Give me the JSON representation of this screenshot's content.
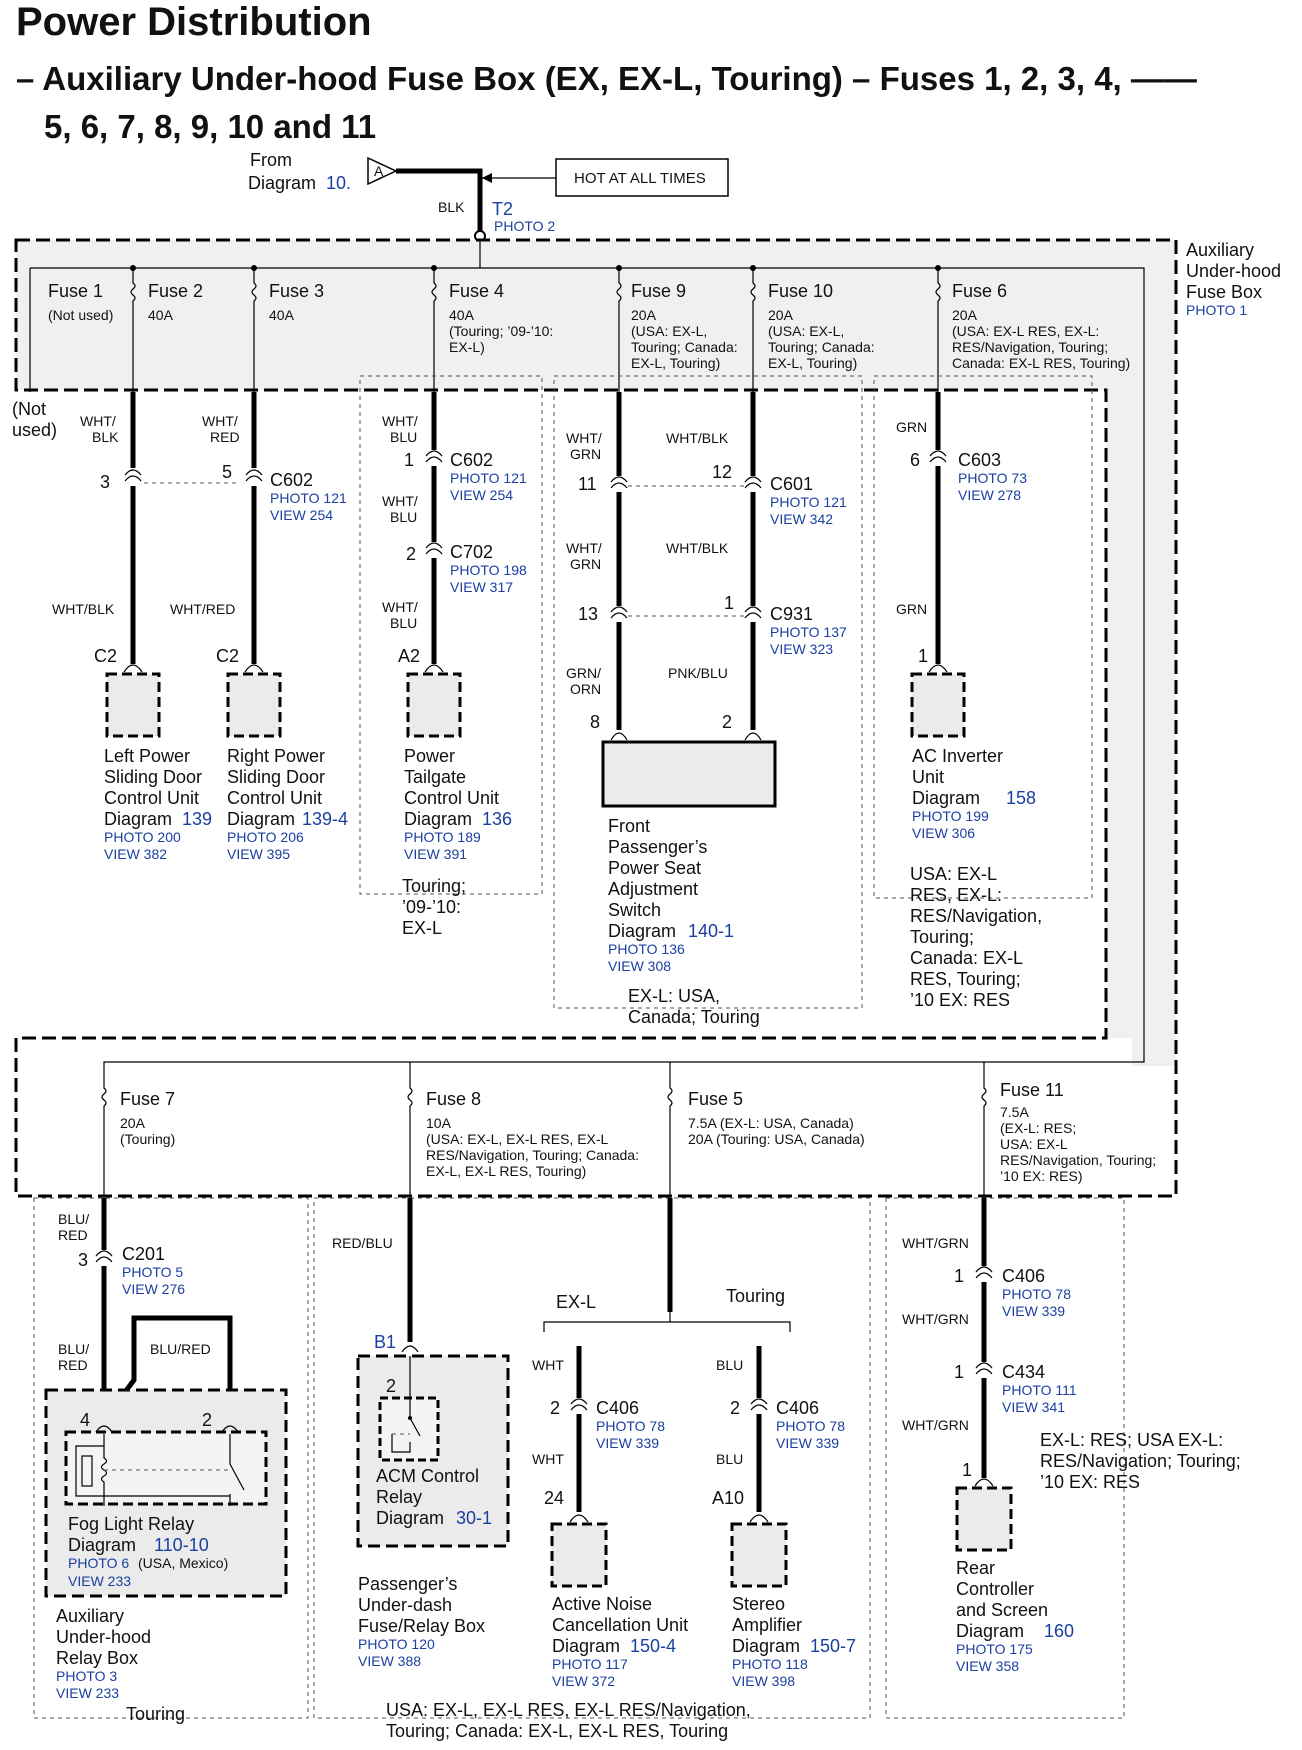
{
  "title": "Power Distribution",
  "subtitle_1": "– Auxiliary Under-hood Fuse Box (EX, EX-L, Touring) – Fuses 1, 2, 3, 4, ——",
  "subtitle_2": "5, 6, 7, 8, 9, 10 and 11",
  "source": {
    "from_label": "From",
    "diagram_label": "Diagram",
    "diagram_num": "10.",
    "ref": "A",
    "hot": "HOT AT ALL TIMES",
    "wire": "BLK",
    "terminal": "T2",
    "photo": "PHOTO 2"
  },
  "fusebox": {
    "l1": "Auxiliary",
    "l2": "Under-hood",
    "l3": "Fuse Box",
    "photo": "PHOTO 1"
  },
  "not_used": {
    "l1": "(Not",
    "l2": "used)"
  },
  "fuses": {
    "f1": {
      "name": "Fuse 1",
      "rating": "(Not used)"
    },
    "f2": {
      "name": "Fuse 2",
      "rating": "40A"
    },
    "f3": {
      "name": "Fuse 3",
      "rating": "40A"
    },
    "f4": {
      "name": "Fuse 4",
      "l1": "40A",
      "l2": "(Touring; ’09-’10:",
      "l3": "EX-L)"
    },
    "f9": {
      "name": "Fuse 9",
      "l1": "20A",
      "l2": "(USA: EX-L,",
      "l3": "Touring; Canada:",
      "l4": "EX-L, Touring)"
    },
    "f10": {
      "name": "Fuse 10",
      "l1": "20A",
      "l2": "(USA: EX-L,",
      "l3": "Touring; Canada:",
      "l4": "EX-L, Touring)"
    },
    "f6": {
      "name": "Fuse 6",
      "l1": "20A",
      "l2": "(USA: EX-L RES, EX-L:",
      "l3": "RES/Navigation, Touring;",
      "l4": "Canada: EX-L RES, Touring)"
    },
    "f7": {
      "name": "Fuse 7",
      "l1": "20A",
      "l2": "(Touring)"
    },
    "f8": {
      "name": "Fuse 8",
      "l1": "10A",
      "l2": "(USA: EX-L, EX-L RES, EX-L",
      "l3": "RES/Navigation, Touring; Canada:",
      "l4": "EX-L, EX-L RES, Touring)"
    },
    "f5": {
      "name": "Fuse 5",
      "l1": "7.5A (EX-L: USA, Canada)",
      "l2": "20A (Touring: USA, Canada)"
    },
    "f11": {
      "name": "Fuse 11",
      "l1": "7.5A",
      "l2": "(EX-L: RES;",
      "l3": "USA: EX-L",
      "l4": "RES/Navigation, Touring;",
      "l5": "’10 EX: RES)"
    }
  },
  "wires": {
    "wht_blk": "WHT/",
    "blk": "BLK",
    "wht_red": "WHT/",
    "red": "RED",
    "wht_blu": "WHT/",
    "blu": "BLU",
    "wht_grn": "WHT/",
    "grn": "GRN",
    "wht_blk_full": "WHT/BLK",
    "wht_red_full": "WHT/RED",
    "grn_only": "GRN",
    "grn_orn1": "GRN/",
    "grn_orn2": "ORN",
    "pnk_blu": "PNK/BLU",
    "blu_red1": "BLU/",
    "blu_red2": "RED",
    "blu_red_full": "BLU/RED",
    "red_blu": "RED/BLU",
    "wht": "WHT",
    "blu_only": "BLU",
    "wht_grn_full": "WHT/GRN"
  },
  "connectors": {
    "c602": "C602",
    "c702": "C702",
    "c601": "C601",
    "c931": "C931",
    "c603": "C603",
    "c201": "C201",
    "c406": "C406",
    "c434": "C434",
    "p121": "PHOTO 121",
    "v254": "VIEW 254",
    "p198": "PHOTO 198",
    "v317": "VIEW 317",
    "v342": "VIEW 342",
    "p137": "PHOTO 137",
    "v323": "VIEW 323",
    "p73": "PHOTO 73",
    "v278": "VIEW 278",
    "p5": "PHOTO 5",
    "v276": "VIEW 276",
    "p78": "PHOTO 78",
    "v339": "VIEW 339",
    "p111": "PHOTO 111",
    "v341": "VIEW 341"
  },
  "pins": {
    "p3": "3",
    "p5": "5",
    "p1": "1",
    "p2": "2",
    "p11": "11",
    "p12": "12",
    "p13": "13",
    "p8": "8",
    "p6": "6",
    "p4": "4",
    "p24": "24",
    "pc2": "C2",
    "pa2": "A2",
    "pb1": "B1",
    "pa10": "A10"
  },
  "components": {
    "left_door": {
      "l1": "Left Power",
      "l2": "Sliding Door",
      "l3": "Control Unit",
      "l4": "Diagram",
      "diag": "139",
      "photo": "PHOTO 200",
      "view": "VIEW 382"
    },
    "right_door": {
      "l1": "Right Power",
      "l2": "Sliding Door",
      "l3": "Control Unit",
      "l4": "Diagram",
      "diag": "139-4",
      "photo": "PHOTO 206",
      "view": "VIEW 395"
    },
    "tailgate": {
      "l1": "Power",
      "l2": "Tailgate",
      "l3": "Control Unit",
      "l4": "Diagram",
      "diag": "136",
      "photo": "PHOTO 189",
      "view": "VIEW 391"
    },
    "tailgate_note": {
      "l1": "Touring;",
      "l2": "’09-’10:",
      "l3": "EX-L"
    },
    "seat": {
      "l1": "Front",
      "l2": "Passenger’s",
      "l3": "Power Seat",
      "l4": "Adjustment",
      "l5": "Switch",
      "l6": "Diagram",
      "diag": "140-1",
      "photo": "PHOTO 136",
      "view": "VIEW 308"
    },
    "seat_note": {
      "l1": "EX-L: USA,",
      "l2": "Canada; Touring"
    },
    "inverter": {
      "l1": "AC Inverter",
      "l2": "Unit",
      "l3": "Diagram",
      "diag": "158",
      "photo": "PHOTO 199",
      "view": "VIEW 306"
    },
    "inverter_note": {
      "l1": "USA: EX-L",
      "l2": "RES, EX-L:",
      "l3": "RES/Navigation,",
      "l4": "Touring;",
      "l5": "Canada: EX-L",
      "l6": "RES, Touring;",
      "l7": "’10 EX: RES"
    },
    "fog": {
      "l1": "Fog Light Relay",
      "l2": "Diagram",
      "diag": "110-10",
      "photo": "PHOTO 6",
      "photo_note": "(USA, Mexico)",
      "view": "VIEW 233"
    },
    "relay_box": {
      "l1": "Auxiliary",
      "l2": "Under-hood",
      "l3": "Relay Box",
      "photo": "PHOTO 3",
      "view": "VIEW 233"
    },
    "touring": "Touring",
    "acm": {
      "l1": "ACM Control",
      "l2": "Relay",
      "l3": "Diagram",
      "diag": "30-1"
    },
    "pass_box": {
      "l1": "Passenger’s",
      "l2": "Under-dash",
      "l3": "Fuse/Relay Box",
      "photo": "PHOTO 120",
      "view": "VIEW 388"
    },
    "exl": "EX-L",
    "touring_branch": "Touring",
    "anc": {
      "l1": "Active Noise",
      "l2": "Cancellation Unit",
      "l3": "Diagram",
      "diag": "150-4",
      "photo": "PHOTO 117",
      "view": "VIEW 372"
    },
    "amp": {
      "l1": "Stereo",
      "l2": "Amplifier",
      "l3": "Diagram",
      "diag": "150-7",
      "photo": "PHOTO 118",
      "view": "VIEW 398"
    },
    "rear": {
      "l1": "Rear",
      "l2": "Controller",
      "l3": "and Screen",
      "l4": "Diagram",
      "diag": "160",
      "photo": "PHOTO 175",
      "view": "VIEW 358"
    },
    "rear_note": {
      "l1": "EX-L: RES; USA EX-L:",
      "l2": "RES/Navigation; Touring;",
      "l3": "’10 EX: RES"
    },
    "bottom_note": {
      "l1": "USA: EX-L, EX-L RES, EX-L RES/Navigation,",
      "l2": "Touring; Canada: EX-L, EX-L RES, Touring"
    }
  }
}
